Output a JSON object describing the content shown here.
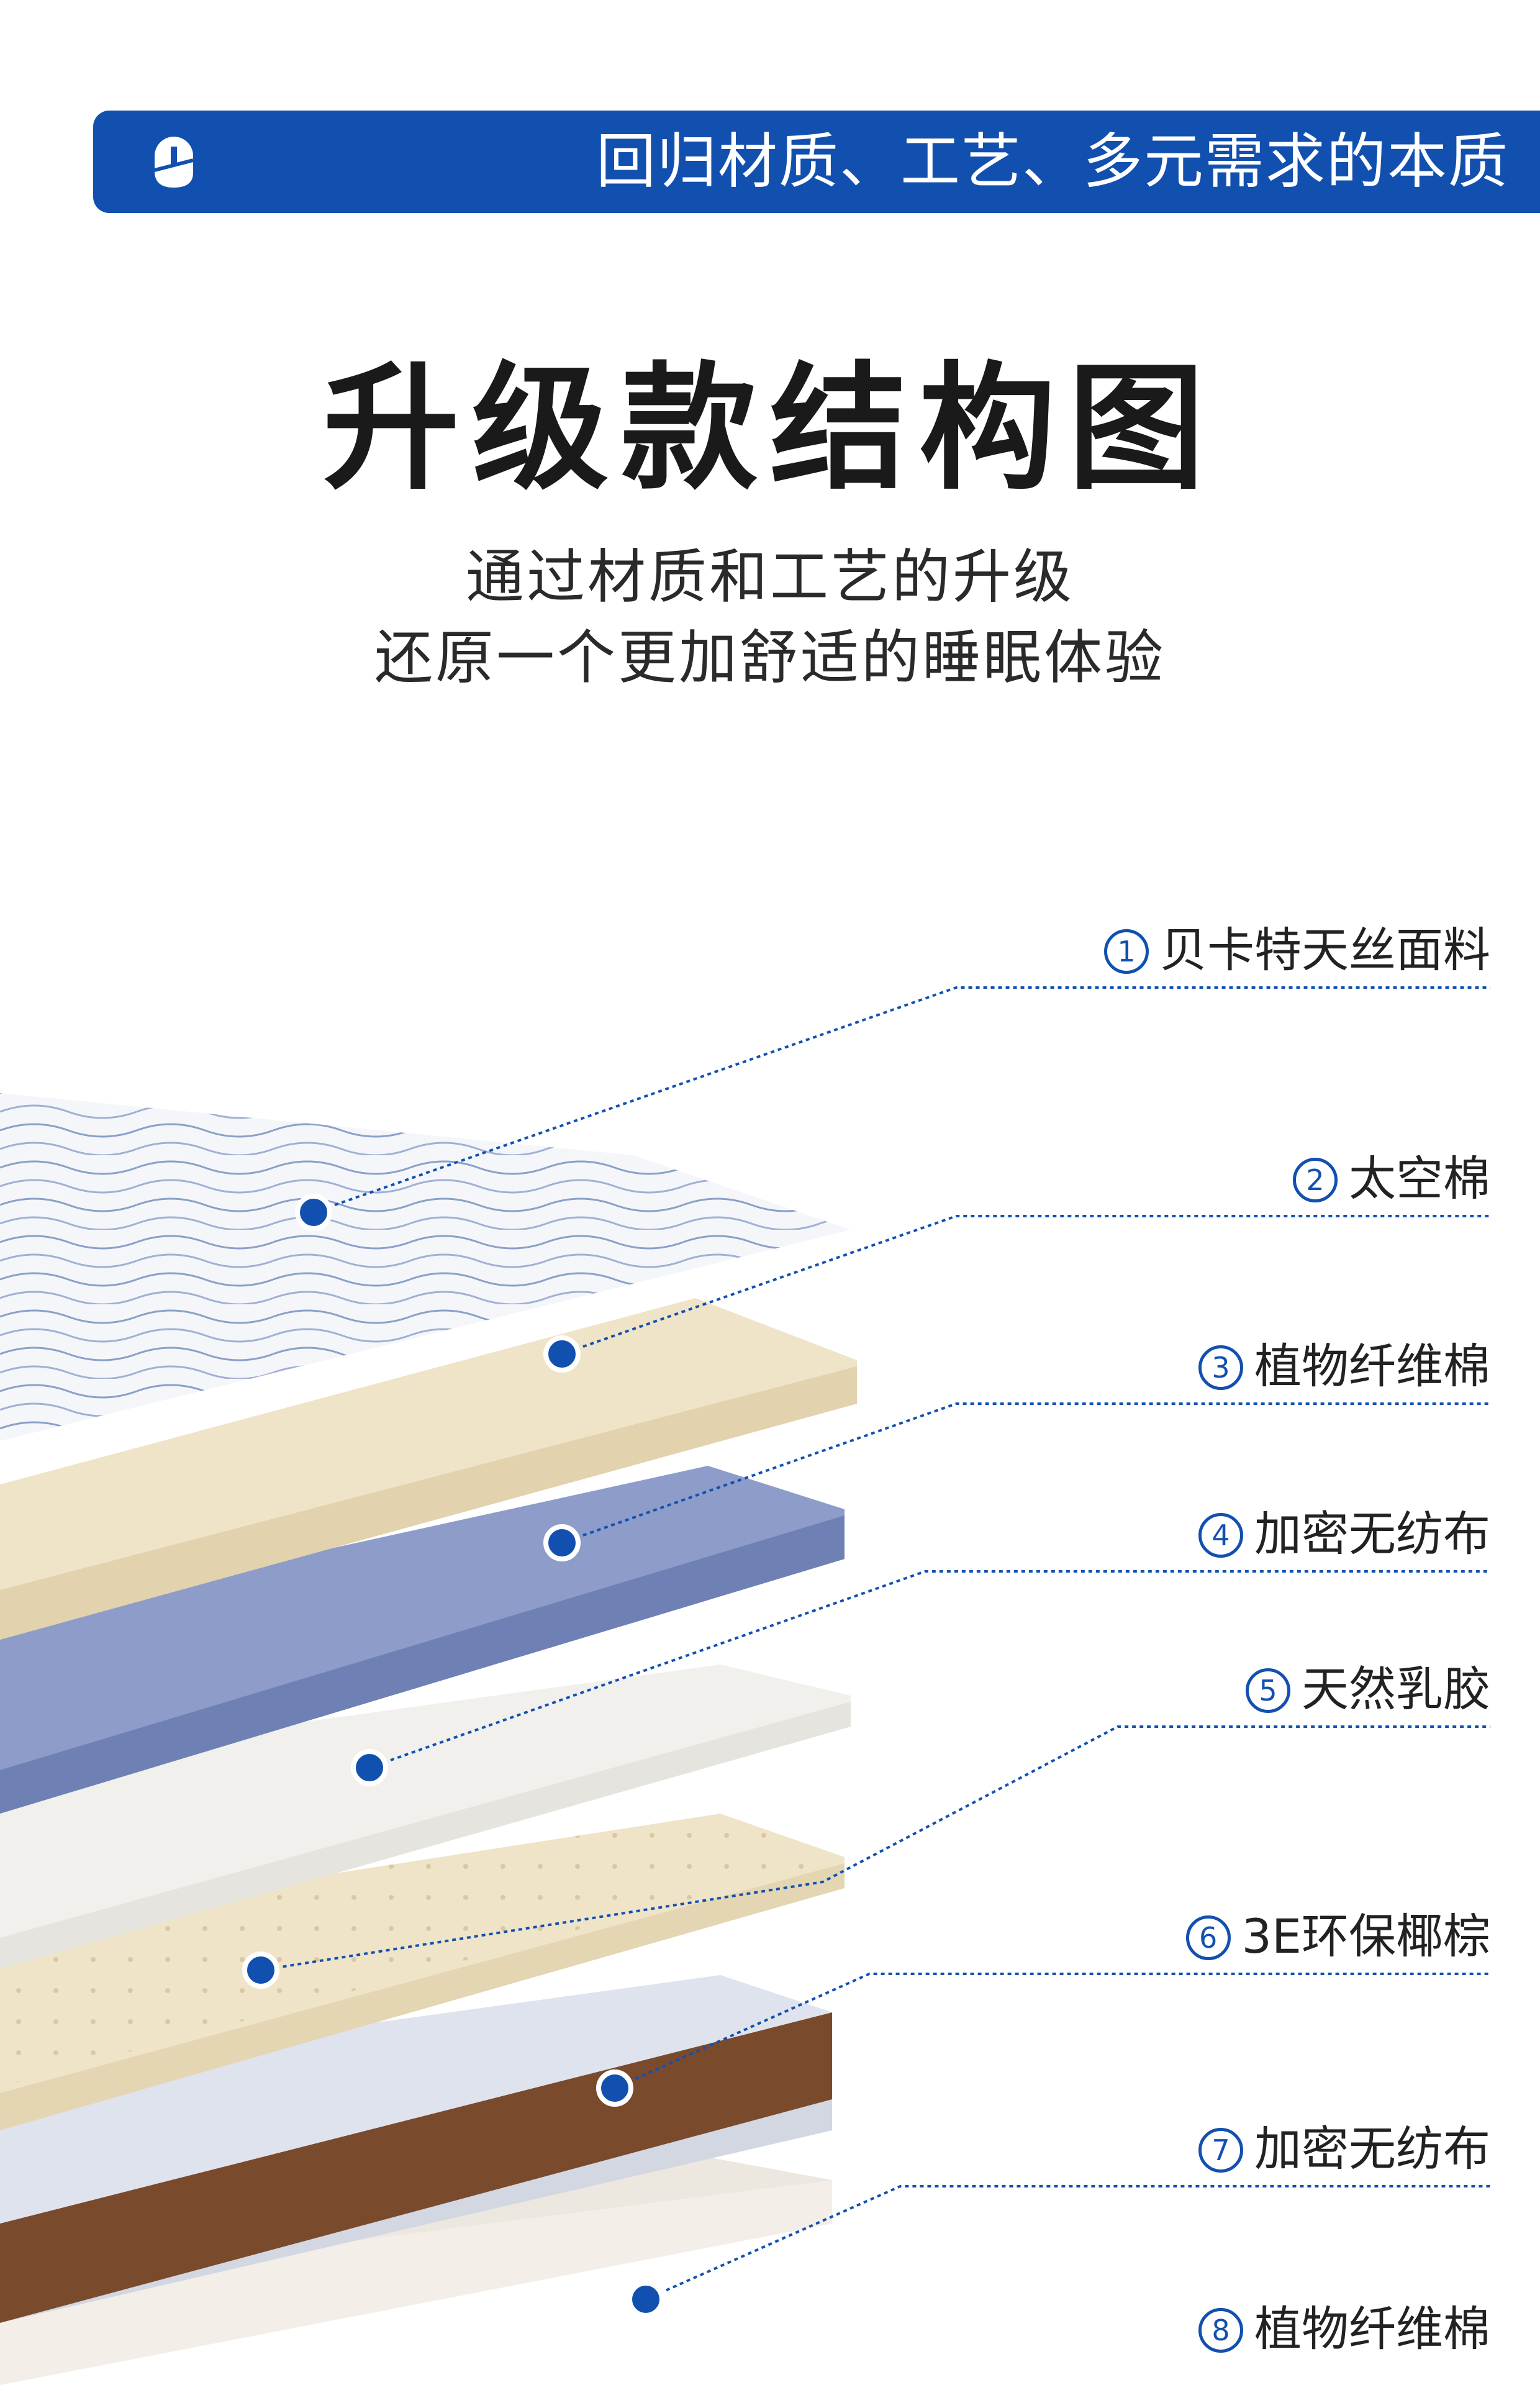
{
  "banner": {
    "text": "回归材质、工艺、多元需求的本质",
    "icon": "brand-logo-icon",
    "color": "#1250b0"
  },
  "title": "升级款结构图",
  "subtitle": {
    "line1": "通过材质和工艺的升级",
    "line2": "还原一个更加舒适的睡眠体验"
  },
  "layers": [
    {
      "num": "1",
      "label": "贝卡特天丝面料"
    },
    {
      "num": "2",
      "label": "太空棉"
    },
    {
      "num": "3",
      "label": "植物纤维棉"
    },
    {
      "num": "4",
      "label": "加密无纺布"
    },
    {
      "num": "5",
      "label": "天然乳胶"
    },
    {
      "num": "6",
      "label": "3E环保椰棕"
    },
    {
      "num": "7",
      "label": "加密无纺布"
    },
    {
      "num": "8",
      "label": "植物纤维棉"
    }
  ],
  "colors": {
    "accent": "#1250b0",
    "fabric": "#eef1f6",
    "foam": "#efe3c8",
    "nonwoven": "#7e8fc2",
    "latex": "#f2efe7",
    "coir": "#7a4a2d"
  }
}
